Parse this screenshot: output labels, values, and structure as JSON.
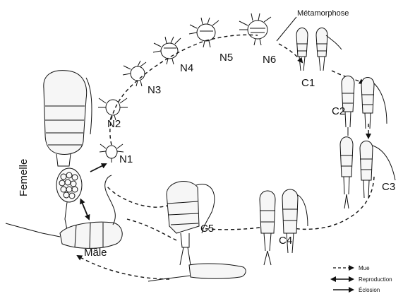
{
  "diagram": {
    "metamorphosis_label": "Métamorphose",
    "nauplius_stages": [
      "N1",
      "N2",
      "N3",
      "N4",
      "N5",
      "N6"
    ],
    "copepodite_stages": [
      "C1",
      "C2",
      "C3",
      "C4",
      "C5"
    ],
    "adults": {
      "female": "Femelle",
      "male": "Mâle"
    }
  },
  "legend": {
    "items": [
      {
        "label": "Mue",
        "style": "dashed"
      },
      {
        "label": "Reproduction",
        "style": "double-arrow"
      },
      {
        "label": "Éclosion",
        "style": "solid-arrow"
      }
    ]
  },
  "colors": {
    "ink": "#111111",
    "paper": "#ffffff"
  }
}
